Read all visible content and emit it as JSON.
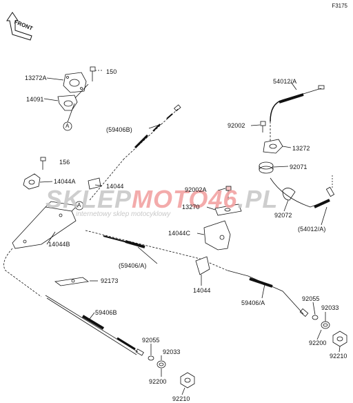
{
  "diagram_code": "F3175",
  "front_label": "FRONT",
  "ref_marker": "A",
  "watermark": {
    "part1": "SKLEP",
    "part2": "MOTO46",
    "suffix": ".PL",
    "tagline": "internetowy sklep motocyklowy"
  },
  "labels": {
    "p13272a": "13272A",
    "p150": "150",
    "p14091": "14091",
    "p59406b_paren": "(59406B)",
    "p156": "156",
    "p14044a": "14044A",
    "p14044_top": "14044",
    "p14044b": "14044B",
    "p54012a": "54012/A",
    "p92002": "92002",
    "p13272": "13272",
    "p92071": "92071",
    "p92002a": "92002A",
    "p13270": "13270",
    "p14044c": "14044C",
    "p92072": "92072",
    "p54012a_paren": "(54012/A)",
    "p59406a_paren": "(59406/A)",
    "p14044_mid": "14044",
    "p92173": "92173",
    "p59406a": "59406/A",
    "p59406b": "59406B",
    "p92055_r": "92055",
    "p92033_r": "92033",
    "p92200_r": "92200",
    "p92210_r": "92210",
    "p92055_l": "92055",
    "p92033_l": "92033",
    "p92200_l": "92200",
    "p92210_l": "92210"
  }
}
